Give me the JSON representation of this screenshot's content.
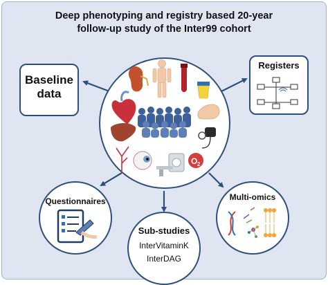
{
  "title_line1": "Deep phenotyping and registry based 20-year",
  "title_line2": "follow-up study of the Inter99 cohort",
  "baseline": {
    "line1": "Baseline",
    "line2": "data"
  },
  "registers": "Registers",
  "questionnaires": "Questionnaires",
  "multiomics": "Multi-omics",
  "substudies": {
    "title": "Sub-studies",
    "items": [
      "InterVitaminK",
      "InterDAG"
    ]
  },
  "center_icons": {
    "oxygen_label": "O",
    "oxygen_sub": "2"
  },
  "colors": {
    "border": "#2e4f7c",
    "arrow": "#2e4f7c",
    "background": "#dfe6f2",
    "crowd": "#3f5f9a"
  },
  "icons": [
    "kidney-icon",
    "human-body-icon",
    "blood-tube-icon",
    "urine-cup-icon",
    "heart-icon",
    "crowd-icon",
    "arm-icon",
    "liver-icon",
    "blood-pressure-icon",
    "vessels-icon",
    "eye-icon",
    "ct-scanner-icon",
    "oxygen-icon",
    "computer-network-icon",
    "questionnaire-icon",
    "dna-icon",
    "molecules-icon",
    "lipid-membrane-icon"
  ]
}
